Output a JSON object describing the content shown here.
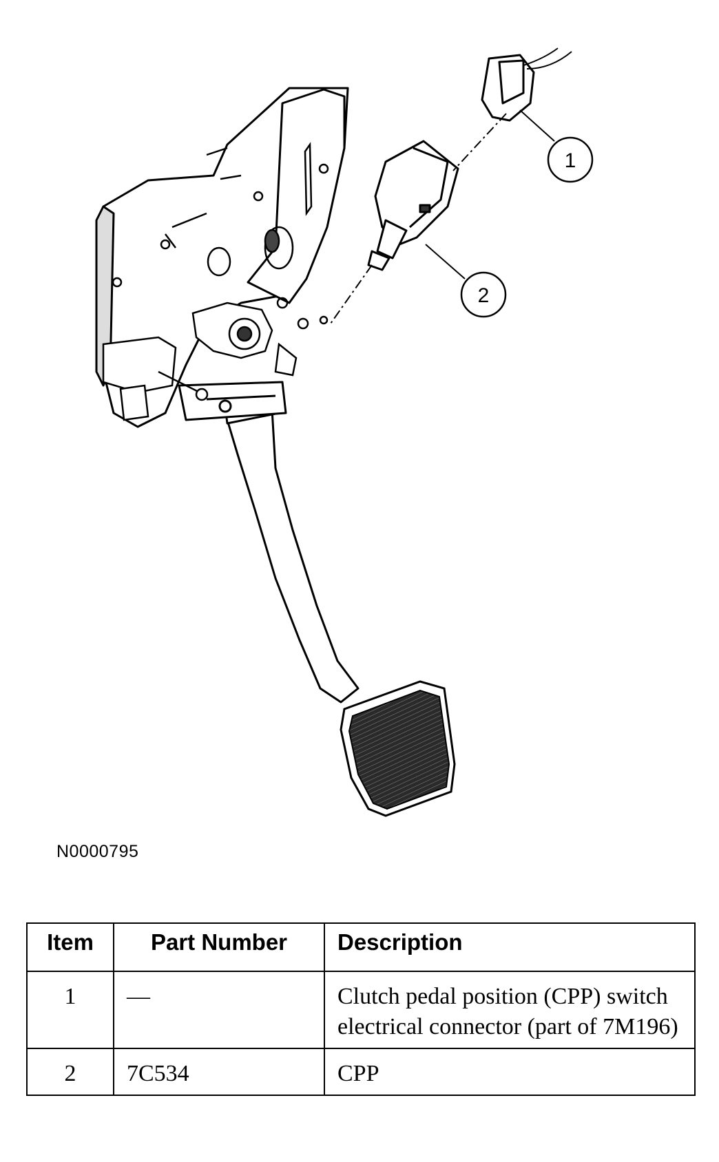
{
  "callouts": [
    {
      "label": "1"
    },
    {
      "label": "2"
    }
  ],
  "figure_id": "N0000795",
  "parts_table": {
    "headers": {
      "item": "Item",
      "part_number": "Part Number",
      "description": "Description"
    },
    "rows": [
      {
        "item": "1",
        "part_number": "—",
        "description": "Clutch pedal position (CPP) switch electrical connector (part of 7M196)"
      },
      {
        "item": "2",
        "part_number": "7C534",
        "description": "CPP"
      }
    ]
  },
  "colors": {
    "line": "#000000",
    "pad_fill": "#3a3a3a",
    "background": "#ffffff"
  }
}
